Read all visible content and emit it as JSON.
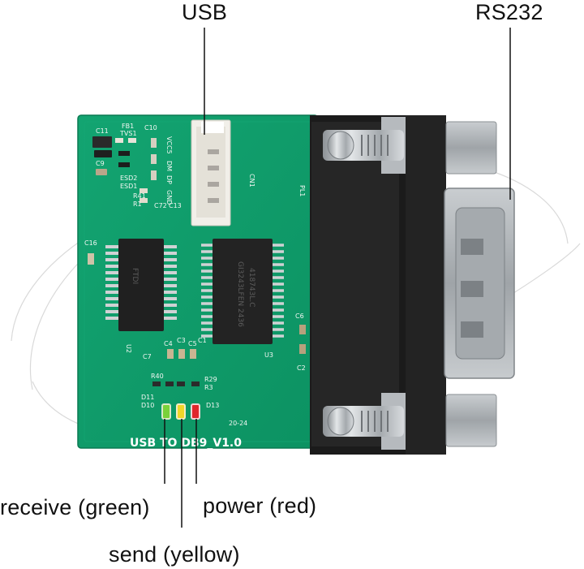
{
  "callouts": {
    "usb": "USB",
    "rs232": "RS232",
    "receive": "receive (green)",
    "power": "power (red)",
    "send": "send (yellow)"
  },
  "board": {
    "silkscreen_title": "USB TO DB9_V1.0",
    "date_code": "20-24",
    "connector_ref": "CN1",
    "plug_ref": "PL1",
    "usb_pins": [
      "VCC5",
      "DM",
      "DP",
      "GND"
    ],
    "chip_u2": "U2",
    "chip_u3": "U3",
    "chip_u2_marking": "FTDI",
    "chip_u3_marking": "GI3243LFEN 2436",
    "chip_u3_marking2": "418743L.C",
    "components": [
      "C11",
      "FB1",
      "TVS1",
      "C10",
      "C9",
      "ESD2",
      "ESD1",
      "R41",
      "R1",
      "C72",
      "C13",
      "C16",
      "C6",
      "C7",
      "C4",
      "C3",
      "C5",
      "C1",
      "C2",
      "R40",
      "R29",
      "R3",
      "D11",
      "D10",
      "D13"
    ]
  },
  "colors": {
    "pcb": "#0f9a69",
    "pcb_edge": "#0a7a52",
    "led_green": "#7ad13a",
    "led_yellow": "#f0d62a",
    "led_red": "#e0262b",
    "connector_black": "#1a1a1a",
    "metal": "#b8bcc0"
  }
}
